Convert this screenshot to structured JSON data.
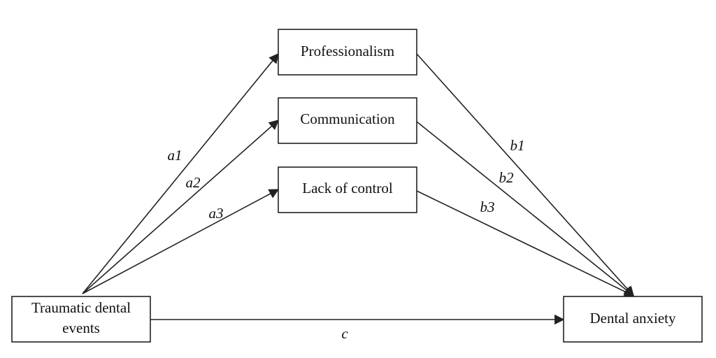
{
  "nodes": {
    "professionalism": {
      "label": "Professionalism"
    },
    "communication": {
      "label": "Communication"
    },
    "lack_of_control": {
      "label": "Lack of control"
    },
    "traumatic_events": {
      "label_line1": "Traumatic dental",
      "label_line2": "events"
    },
    "dental_anxiety": {
      "label": "Dental anxiety"
    }
  },
  "edges": {
    "a1": {
      "label": "a1",
      "from": "traumatic_events",
      "to": "professionalism"
    },
    "a2": {
      "label": "a2",
      "from": "traumatic_events",
      "to": "communication"
    },
    "a3": {
      "label": "a3",
      "from": "traumatic_events",
      "to": "lack_of_control"
    },
    "b1": {
      "label": "b1",
      "from": "professionalism",
      "to": "dental_anxiety"
    },
    "b2": {
      "label": "b2",
      "from": "communication",
      "to": "dental_anxiety"
    },
    "b3": {
      "label": "b3",
      "from": "lack_of_control",
      "to": "dental_anxiety"
    },
    "c": {
      "label": "c",
      "from": "traumatic_events",
      "to": "dental_anxiety"
    }
  },
  "colors": {
    "stroke": "#222222",
    "text": "#111111",
    "background": "#ffffff"
  }
}
